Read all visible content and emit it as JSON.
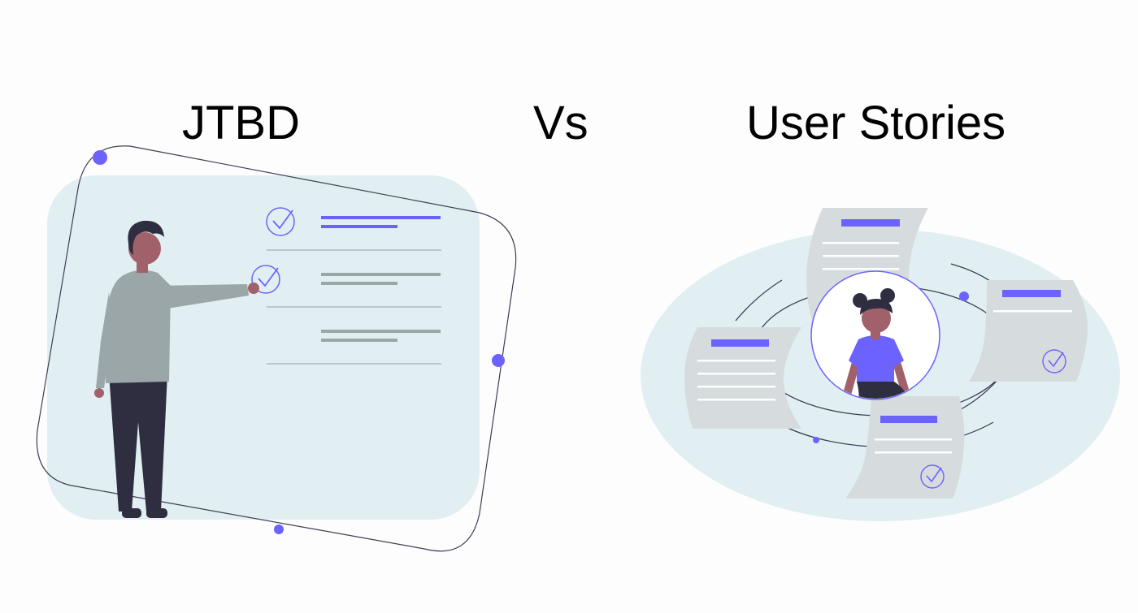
{
  "titles": {
    "left": "JTBD",
    "middle": "Vs",
    "right": "User Stories"
  },
  "colors": {
    "background": "#fdfdfd",
    "panel": "#e1eff2",
    "accent": "#6c63ff",
    "card": "#d6dcde",
    "skin": "#a0616a",
    "hair": "#2f2e41",
    "shirt": "#9aa6a8",
    "line": "#3f3d56"
  },
  "illustrations": {
    "left": {
      "figure": "person-pointing-at-checklist",
      "checklist_rows": 3,
      "checked_rows": 2
    },
    "right": {
      "figure": "person-in-circle-surrounded-by-story-cards",
      "story_cards": 4,
      "checked_cards": 2
    }
  }
}
